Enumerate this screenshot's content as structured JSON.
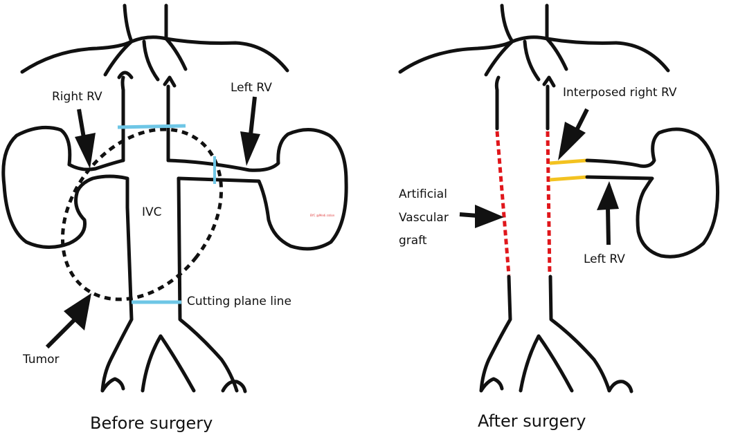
{
  "colors": {
    "vessel": "#111111",
    "cutting_line": "#6ec6e6",
    "graft_dashes": "#e0161b",
    "interposed_vein": "#f3c220"
  },
  "before": {
    "caption": "Before surgery",
    "labels": {
      "right_rv": "Right RV",
      "left_rv": "Left RV",
      "ivc": "IVC",
      "cutting": "Cutting plane line",
      "tumor": "Tumor"
    },
    "watermark": "BYC  @Medi.ration"
  },
  "after": {
    "caption": "After surgery",
    "labels": {
      "interposed": "Interposed right RV",
      "graft_line1": "Artificial",
      "graft_line2": "Vascular",
      "graft_line3": "graft",
      "left_rv": "Left RV"
    }
  }
}
